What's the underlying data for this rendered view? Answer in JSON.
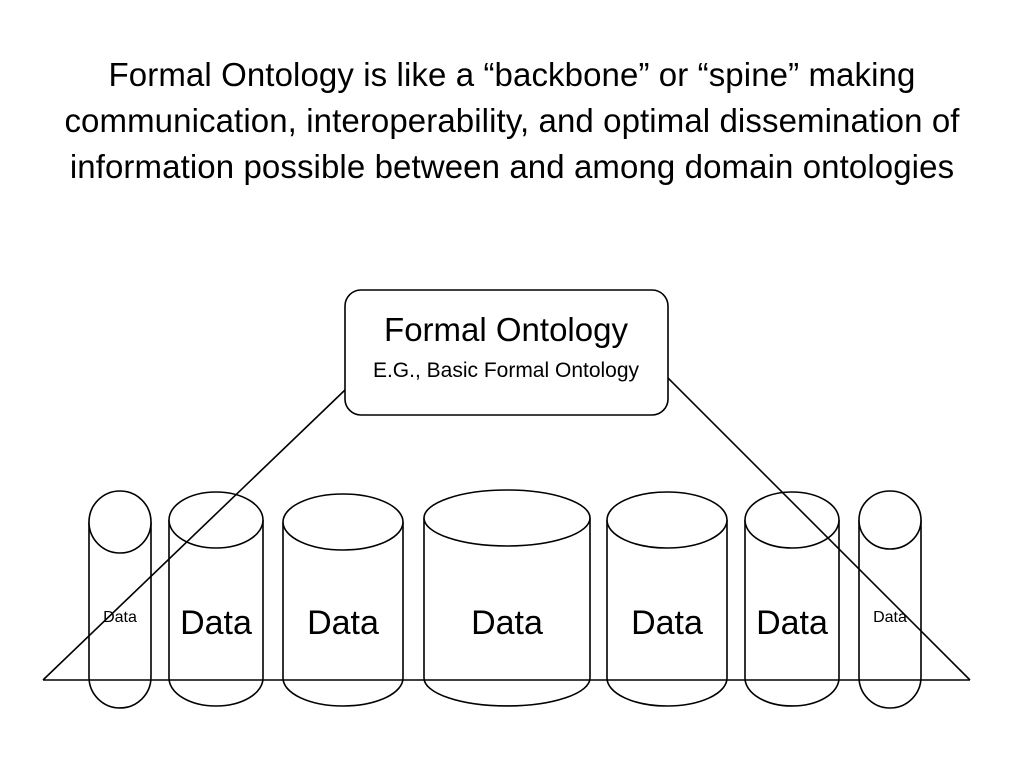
{
  "slide": {
    "title": "Formal Ontology is like a “backbone” or “spine” making communication, interoperability, and optimal dissemination of information possible between and among domain ontologies"
  },
  "diagram": {
    "top_box": {
      "title": "Formal Ontology",
      "subtitle": "E.G., Basic Formal Ontology"
    },
    "cylinders": [
      {
        "label": "Data"
      },
      {
        "label": "Data"
      },
      {
        "label": "Data"
      },
      {
        "label": "Data"
      },
      {
        "label": "Data"
      },
      {
        "label": "Data"
      },
      {
        "label": "Data"
      }
    ]
  }
}
